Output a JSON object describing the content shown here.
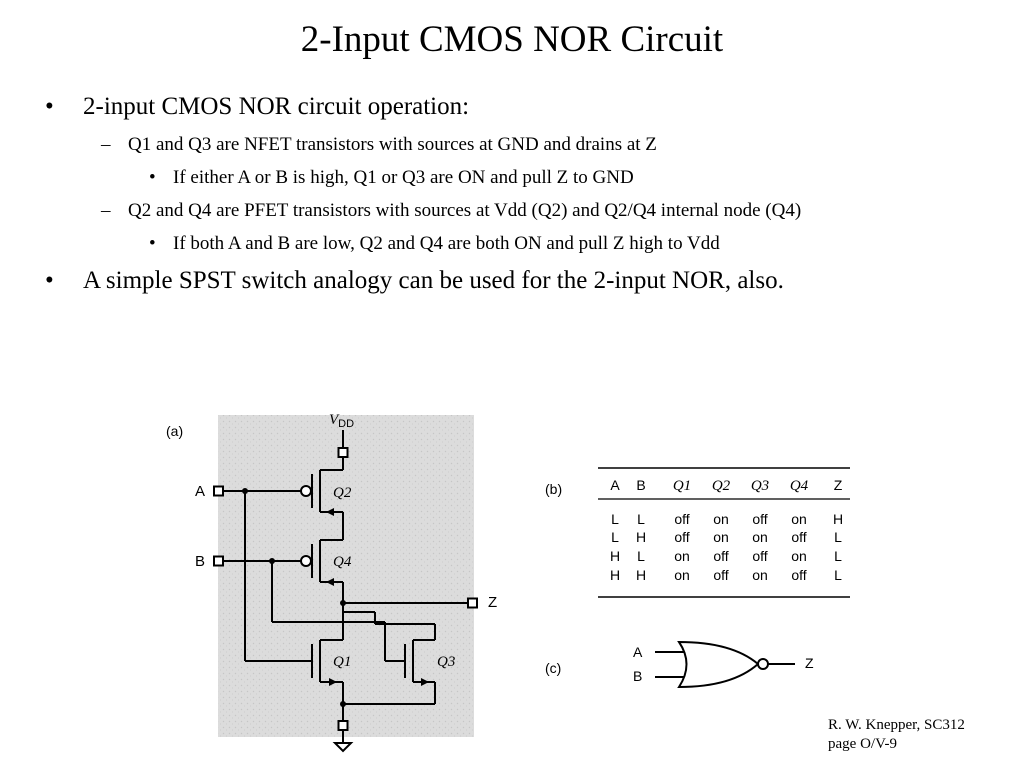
{
  "slide": {
    "title": "2-Input CMOS NOR Circuit",
    "bullets": {
      "b1": "2-input CMOS NOR circuit operation:",
      "b1_1": "Q1 and Q3 are NFET transistors with sources at GND and drains at Z",
      "b1_1_1": "If either A or B is high, Q1 or Q3 are ON and pull Z to GND",
      "b1_2": "Q2 and Q4 are PFET transistors with sources at Vdd (Q2) and Q2/Q4 internal node (Q4)",
      "b1_2_1": "If both A and B are low, Q2 and Q4 are both ON and pull Z high to Vdd",
      "b2": "A simple SPST switch analogy can be used for the 2-input NOR, also."
    },
    "markers": {
      "bullet": "•",
      "dash": "–"
    },
    "footer": {
      "line1": "R. W. Knepper, SC312",
      "line2": "page O/V-9"
    }
  },
  "figure": {
    "panel_a": {
      "label": "(a)",
      "vdd_main": "V",
      "vdd_sub": "DD",
      "input_a": "A",
      "input_b": "B",
      "output": "Z",
      "q1": "Q1",
      "q2": "Q2",
      "q3": "Q3",
      "q4": "Q4"
    },
    "panel_b": {
      "label": "(b)",
      "headers": [
        "A",
        "B",
        "Q1",
        "Q2",
        "Q3",
        "Q4",
        "Z"
      ],
      "rows": [
        [
          "L",
          "L",
          "off",
          "on",
          "off",
          "on",
          "H"
        ],
        [
          "L",
          "H",
          "off",
          "on",
          "on",
          "off",
          "L"
        ],
        [
          "H",
          "L",
          "on",
          "off",
          "off",
          "on",
          "L"
        ],
        [
          "H",
          "H",
          "on",
          "off",
          "on",
          "off",
          "L"
        ]
      ]
    },
    "panel_c": {
      "label": "(c)",
      "input_a": "A",
      "input_b": "B",
      "output": "Z"
    }
  }
}
